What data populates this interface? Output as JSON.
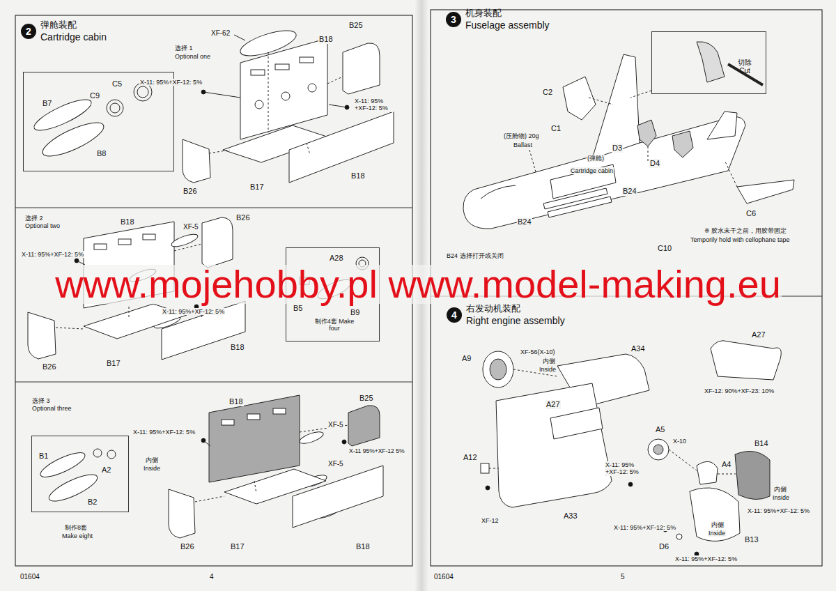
{
  "diagram": {
    "nodes": [
      {
        "text": [
          "2",
          "弹舱装配",
          "Cartridge cabin"
        ]
      },
      {
        "text": [
          "B7",
          "C9",
          "C5",
          "B8"
        ]
      },
      {
        "text": [
          "B5",
          "A28",
          "B9",
          "制作4套 Make four"
        ]
      },
      {
        "text": [
          "B1",
          "A2",
          "B2"
        ]
      },
      {
        "text": [
          "3",
          "机身装配",
          "Fuselage assembly"
        ]
      },
      {
        "text": [
          "切除 Cut"
        ]
      },
      {
        "text": [
          "4",
          "右发动机装配",
          "Right engine assembly"
        ]
      }
    ],
    "labels": [
      "XF-62",
      "选择 1",
      "Optional one",
      "B18",
      "B25",
      "X-11: 95%+XF-12: 5%",
      "X-11: 95% +XF-12: 5%",
      "B26",
      "B17",
      "B18",
      "选择 2",
      "Optional two",
      "B18",
      "XF-5",
      "B26",
      "X-11: 95%+XF-12: 5%",
      "X-11: 95%+XF-12: 5%",
      "B26",
      "B17",
      "B18",
      "选择 3",
      "Optional three",
      "B18",
      "B25",
      "XF-5",
      "X-11: 95%+XF-12: 5%",
      "内侧",
      "Inside",
      "X-11 95%+XF-12 5%",
      "XF-5",
      "B17",
      "B26",
      "B18",
      "制作8套",
      "Make eight",
      "01604",
      "4",
      "C2",
      "C1",
      "(压舱物) 20g",
      "Ballast",
      "D3",
      "D4",
      "(弹舱)",
      "Cartridge cabin",
      "B24",
      "B24",
      "C6",
      "C10",
      "※ 胶水未干之前，用胶带固定",
      "Temporily hold with cellophane tape",
      "B24 选择打开或关闭",
      "01604",
      "5",
      "A9",
      "XF-56(X-10)",
      "内侧",
      "Inside",
      "A34",
      "A27",
      "A27",
      "XF-12: 90%+XF-23: 10%",
      "A5",
      "X-10",
      "X-11: 95% +XF-12: 5%",
      "A4",
      "B14",
      "A12",
      "XF-12",
      "A33",
      "内侧",
      "Inside",
      "X-11: 95%+XF-12: 5%",
      "X-11: 95%+XF-12: 5%",
      "内侧",
      "Inside",
      "B13",
      "D6",
      "X-11: 95%+XF-12: 5%",
      "www.mojehobby.pl www.model-making.eu"
    ]
  }
}
